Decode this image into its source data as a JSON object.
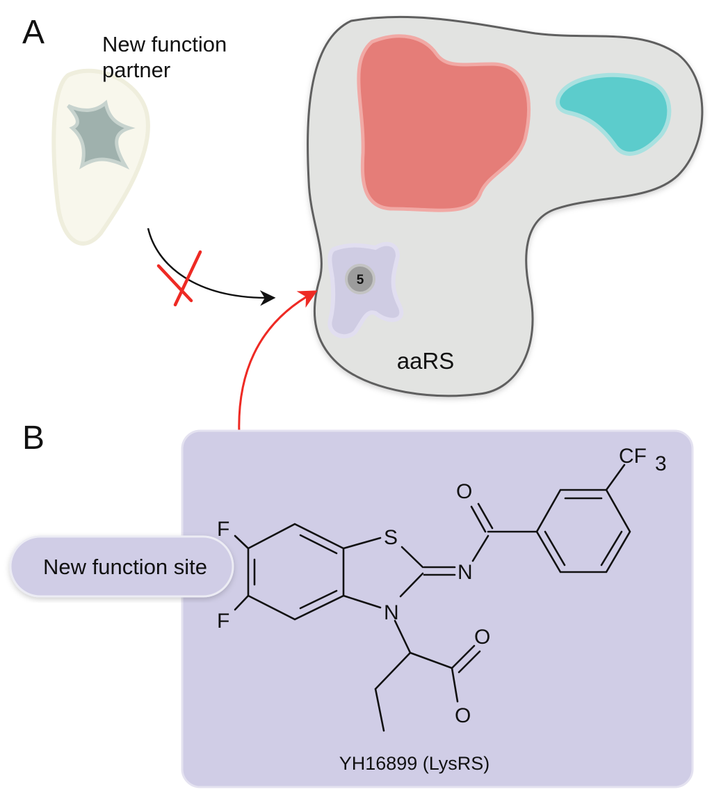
{
  "panel_a": {
    "label": "A",
    "partner_label_line1": "New function",
    "partner_label_line2": "partner",
    "enzyme_label": "aaRS",
    "site_number": "5"
  },
  "panel_b": {
    "label": "B",
    "site_callout": "New function site",
    "compound_caption": "YH16899 (LysRS)",
    "atoms": {
      "cf3_c": "CF",
      "cf3_sub": "3",
      "o_carbonyl": "O",
      "s": "S",
      "n_imine": "N",
      "n_ring": "N",
      "f_top": "F",
      "f_bottom": "F",
      "o_acid_top": "O",
      "o_acid_bottom": "O"
    }
  },
  "colors": {
    "enzyme_fill": "#e2e3e1",
    "enzyme_stroke": "#5e5e5e",
    "domain_red": "#e57d78",
    "domain_teal": "#5ccccc",
    "site_purple": "#cfcce3",
    "panel_b_bg": "#d0cde6",
    "partner_fill": "#f8f7ec",
    "partner_star": "#9fb1ad",
    "red_arrow": "#ee2a24",
    "black_arrow": "#111111"
  }
}
